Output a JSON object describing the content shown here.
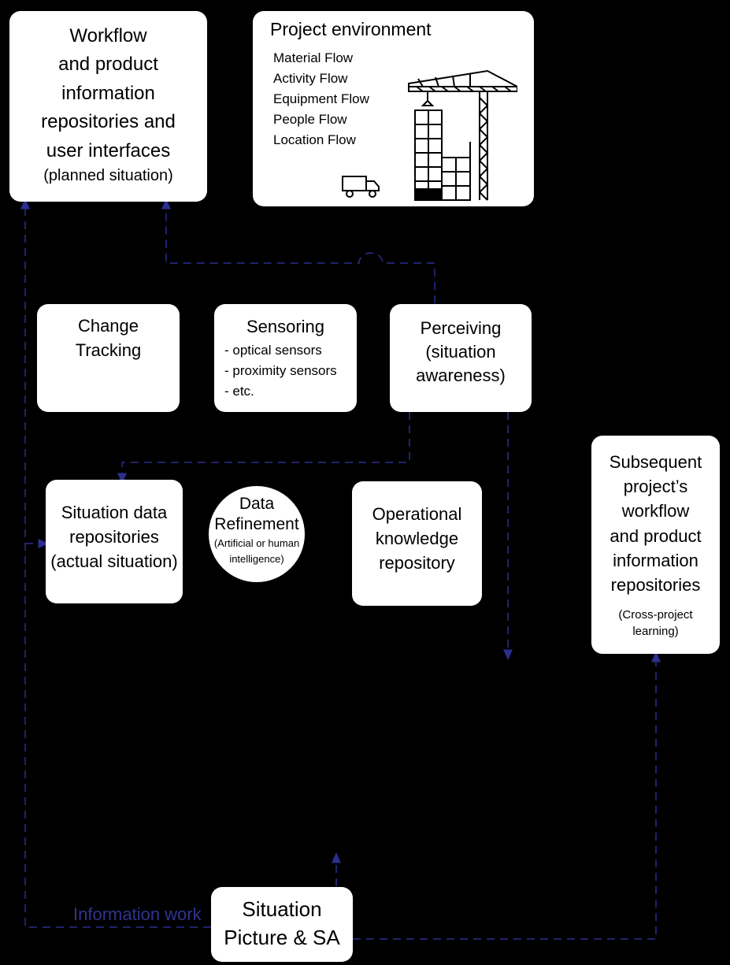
{
  "workflow_box": {
    "lines": [
      "Workflow",
      "and product",
      "information",
      "repositories and",
      "user interfaces"
    ],
    "sub": "(planned situation)"
  },
  "project_env": {
    "title": "Project environment",
    "flows": [
      "Material Flow",
      "Activity Flow",
      "Equipment Flow",
      "People Flow",
      "Location Flow"
    ]
  },
  "change_tracking": {
    "lines": [
      "Change",
      "Tracking"
    ]
  },
  "sensoring": {
    "title": "Sensoring",
    "items": [
      "- optical sensors",
      "- proximity sensors",
      "- etc."
    ]
  },
  "perceiving": {
    "lines": [
      "Perceiving",
      "(situation",
      "awareness)"
    ]
  },
  "situation_data": {
    "lines": [
      "Situation data",
      "repositories",
      "(actual situation)"
    ]
  },
  "data_refinement": {
    "lines": [
      "Data",
      "Refinement"
    ],
    "sub": [
      "(Artificial or human",
      "intelligence)"
    ]
  },
  "operational_knowledge": {
    "lines": [
      "Operational",
      "knowledge",
      "repository"
    ]
  },
  "subsequent": {
    "lines": [
      "Subsequent",
      "project’s",
      "workflow",
      "and product",
      "information",
      "repositories"
    ],
    "sub": [
      "(Cross-project",
      "learning)"
    ]
  },
  "situation_picture": {
    "lines": [
      "Situation",
      "Picture & SA"
    ]
  },
  "information_work_label": "Information work",
  "colors": {
    "arrow": "#2b2f8f",
    "label": "#2f3490",
    "box": "#ffffff",
    "background": "#000000"
  }
}
